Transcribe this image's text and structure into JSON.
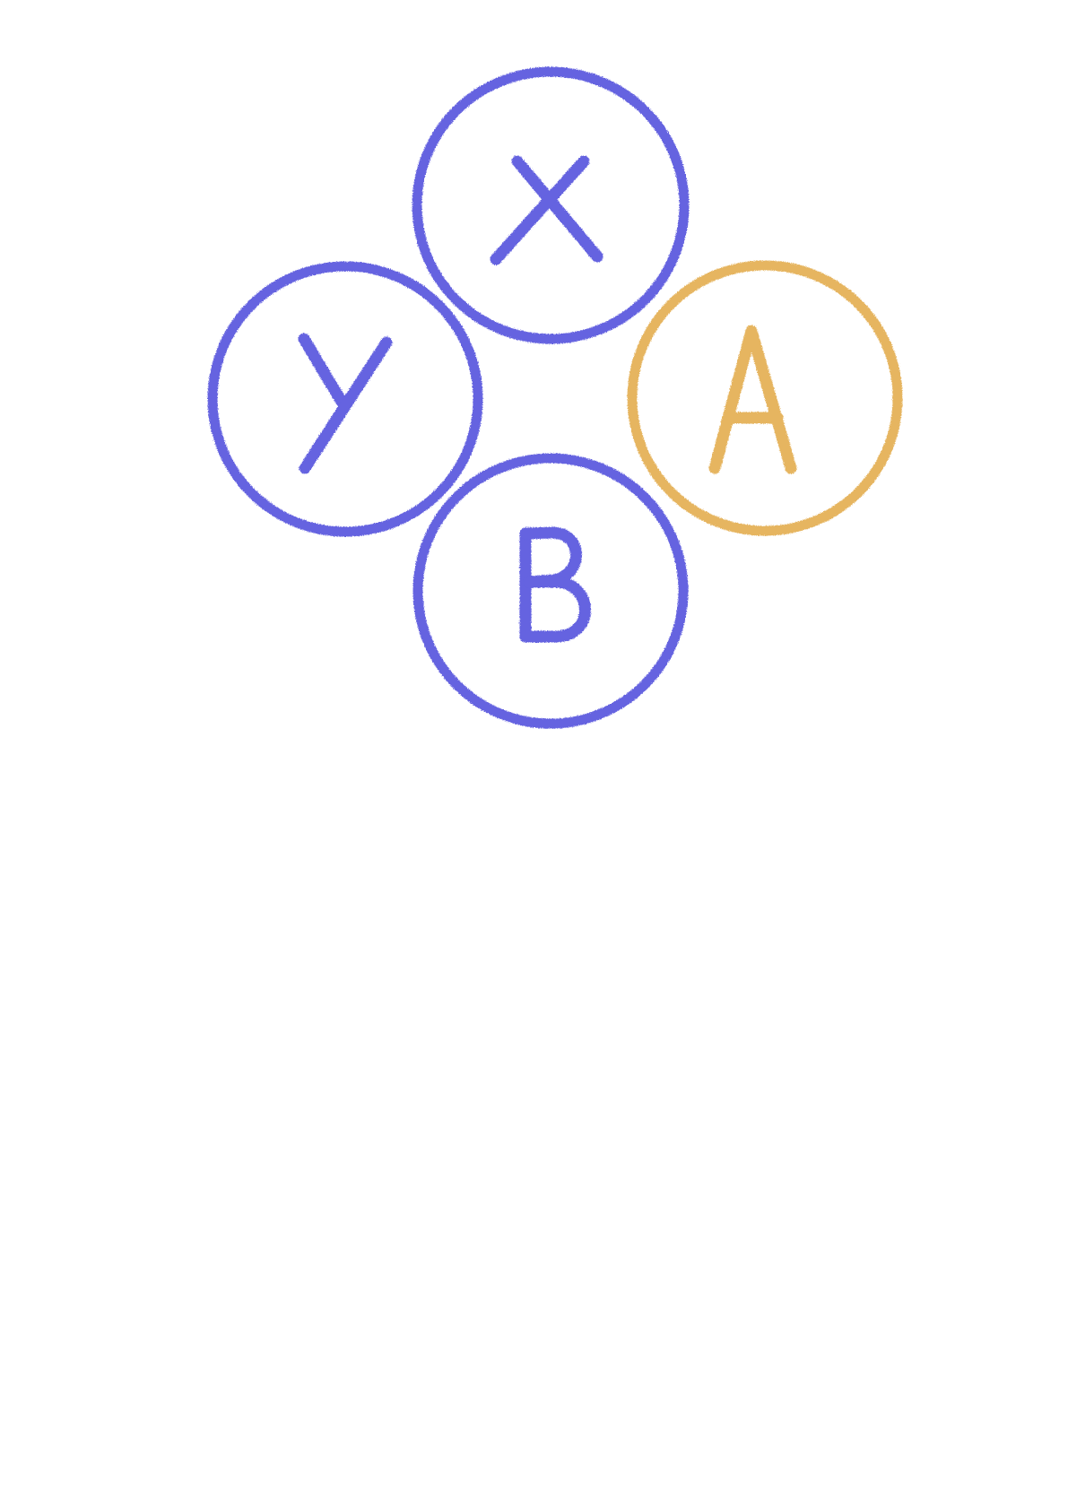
{
  "colors": {
    "primary": "#6563E0",
    "accent": "#E6B560",
    "background": "#FFFFFF"
  },
  "buttons": [
    {
      "id": "x",
      "label": "X",
      "color": "#6563E0"
    },
    {
      "id": "y",
      "label": "Y",
      "color": "#6563E0"
    },
    {
      "id": "a",
      "label": "A",
      "color": "#E6B560"
    },
    {
      "id": "b",
      "label": "B",
      "color": "#6563E0"
    }
  ]
}
